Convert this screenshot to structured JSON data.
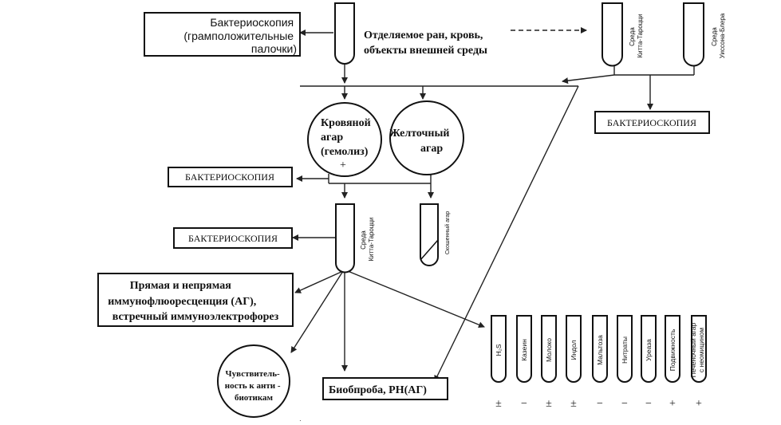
{
  "microscopy_gram_positive": [
    "Бактериоскопия",
    "(грамположительные",
    "палочки)"
  ],
  "specimen": [
    "Отделяемое ран, кровь,",
    "объекты внешней среды"
  ],
  "top_tube_labels": [
    [
      "Среда",
      "Китта-Тароцци"
    ],
    [
      "Среда",
      "Уиссона-Блера"
    ]
  ],
  "microscopy_label": "БАКТЕРИОСКОПИЯ",
  "blood_agar": [
    "Кровяной",
    "агар",
    "(гемолиз)"
  ],
  "blood_agar_sign": "+",
  "yolk_agar": [
    "Желточный",
    "агар"
  ],
  "mid_tube_label": [
    "Среда",
    "Китта-Тароцци"
  ],
  "slant_tube_label": "Скошенный агар",
  "immuno_box": [
    "Прямая и непрямая",
    "иммунофлюоресценция (АГ),",
    "встречный иммуноэлектрофорез"
  ],
  "sensitivity": [
    "Чувствитель-",
    "ность к анти -",
    "биотикам"
  ],
  "bioassay": "Биобпроба, РН(АГ)",
  "biochem_tests": [
    {
      "label": "H₂S",
      "result": "±"
    },
    {
      "label": "Казеин",
      "result": "−"
    },
    {
      "label": "Молоко",
      "result": "±"
    },
    {
      "label": "Индол",
      "result": "±"
    },
    {
      "label": "Мальтоза",
      "result": "−"
    },
    {
      "label": "Нитраты",
      "result": "−"
    },
    {
      "label": "Уреаза",
      "result": "−"
    },
    {
      "label": "Подвижность",
      "result": "+"
    },
    {
      "label": "Печеночный агар с неомицином",
      "result": "+",
      "lines": [
        "Печеночный агар",
        "с неомицином"
      ]
    }
  ]
}
